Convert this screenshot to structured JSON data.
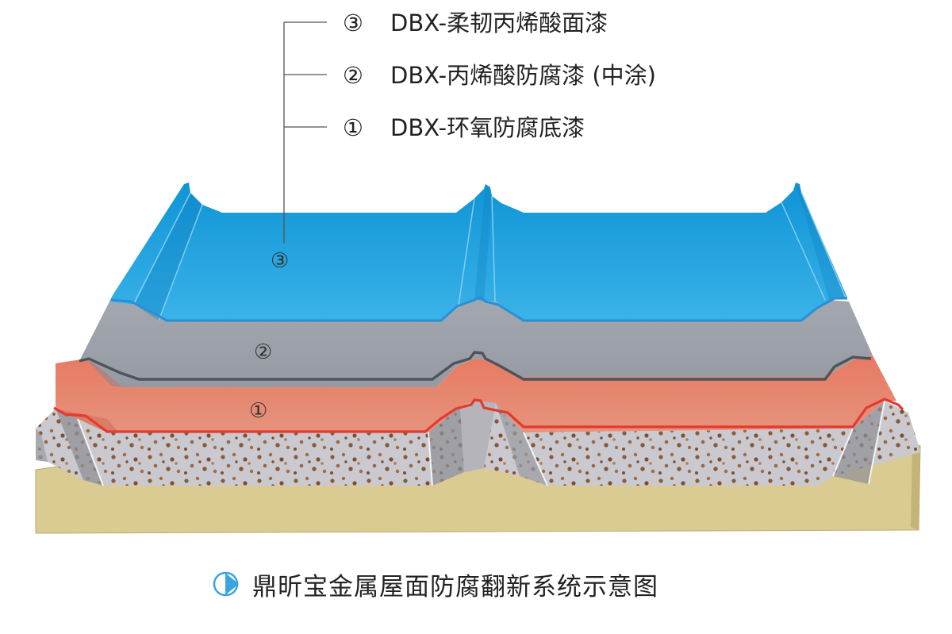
{
  "legend": [
    {
      "marker": "③",
      "text": "DBX-柔韧丙烯酸面漆"
    },
    {
      "marker": "②",
      "text": "DBX-丙烯酸防腐漆 (中涂)"
    },
    {
      "marker": "①",
      "text": "DBX-环氧防腐底漆"
    }
  ],
  "layer_labels": {
    "top": "③",
    "middle": "②",
    "bottom": "①"
  },
  "caption": "鼎昕宝金属屋面防腐翻新系统示意图",
  "icons": {
    "caption_marker": "play-arrow-icon"
  },
  "colors": {
    "top_coat": "#1aa0de",
    "mid_coat": "#9fa3ab",
    "primer": "#e3826b",
    "primer_edge": "#e23b2e",
    "substrate": "#d8cb92",
    "caption_icon": "#3aa3e0"
  }
}
